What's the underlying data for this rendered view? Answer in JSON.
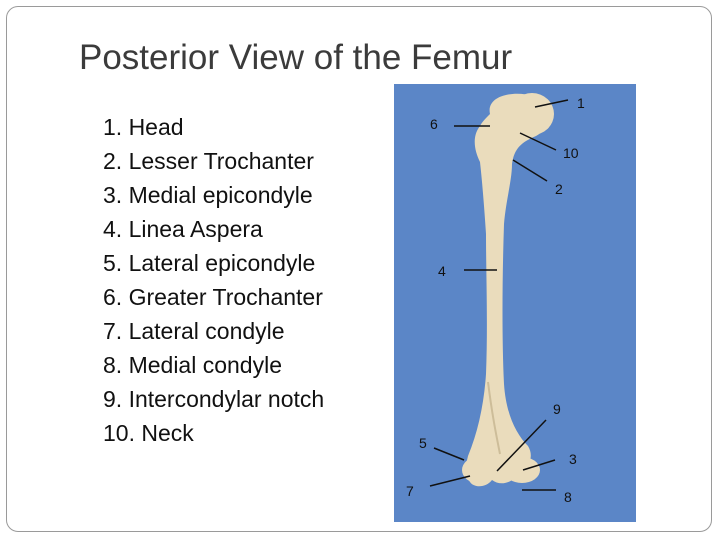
{
  "slide": {
    "title": "Posterior View of the Femur",
    "parts": [
      "1. Head",
      "2. Lesser Trochanter",
      "3. Medial epicondyle",
      "4. Linea Aspera",
      "5. Lateral epicondyle",
      "6. Greater Trochanter",
      "7. Lateral condyle",
      "8. Medial condyle",
      "9. Intercondylar notch",
      "10. Neck"
    ]
  },
  "figure": {
    "background_color": "#5b86c7",
    "bone_color": "#eadcbc",
    "callouts": [
      "1",
      "10",
      "2",
      "6",
      "4",
      "9",
      "5",
      "3",
      "7",
      "8"
    ]
  }
}
